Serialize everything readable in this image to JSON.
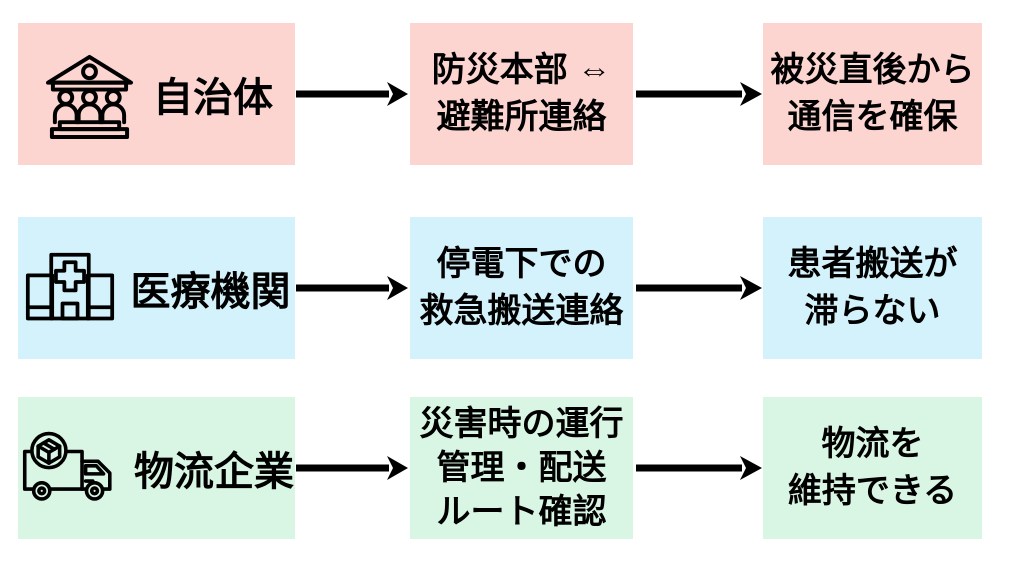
{
  "colors": {
    "municipality_bg": "#fcd5d1",
    "medical_bg": "#d3f2fb",
    "logistics_bg": "#d8f6e3",
    "arrow": "#000000",
    "text": "#000000",
    "canvas": "#ffffff"
  },
  "rows": [
    {
      "actor": "自治体",
      "icon": "government-building-icon",
      "process_lines": [
        "防災本部 ⇔",
        "避難所連絡"
      ],
      "outcome_lines": [
        "被災直後から",
        "通信を確保"
      ]
    },
    {
      "actor": "医療機関",
      "icon": "hospital-icon",
      "process_lines": [
        "停電下での",
        "救急搬送連絡"
      ],
      "outcome_lines": [
        "患者搬送が",
        "滞らない"
      ]
    },
    {
      "actor": "物流企業",
      "icon": "delivery-truck-icon",
      "process_lines": [
        "災害時の運行",
        "管理・配送",
        "ルート確認"
      ],
      "outcome_lines": [
        "物流を",
        "維持できる"
      ]
    }
  ]
}
